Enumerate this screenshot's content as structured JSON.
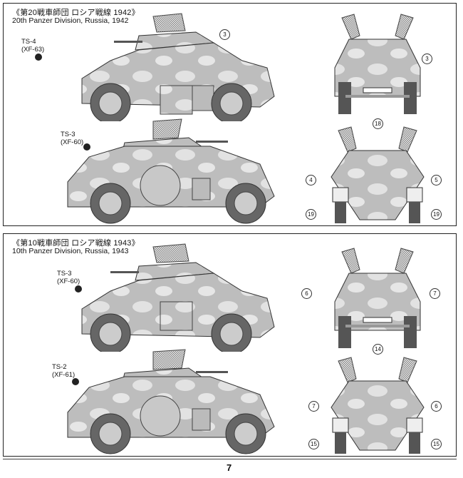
{
  "page": {
    "number": "7"
  },
  "colors": {
    "panel_border": "#222222",
    "camo_base": "#bdbdbd",
    "camo_light": "#e4e4e4",
    "tire": "#5a5a5a",
    "outline": "#333333"
  },
  "schemes": [
    {
      "title_jp": "《第20戦車師団 ロシア戦線 1942》",
      "title_en": "20th Panzer Division, Russia, 1942",
      "side_views": [
        {
          "view": "left-side",
          "paint_code": "TS-4",
          "paint_ref": "(XF-63)",
          "callouts": [
            "3"
          ]
        },
        {
          "view": "right-side",
          "paint_code": "TS-3",
          "paint_ref": "(XF-60)",
          "callouts": []
        }
      ],
      "front_view": {
        "callouts": [
          "3",
          "18"
        ]
      },
      "rear_view": {
        "callouts": [
          "4",
          "5",
          "19",
          "19"
        ]
      }
    },
    {
      "title_jp": "《第10戦車師団 ロシア戦線 1943》",
      "title_en": "10th Panzer Division, Russia, 1943",
      "side_views": [
        {
          "view": "left-side",
          "paint_code": "TS-3",
          "paint_ref": "(XF-60)",
          "callouts": []
        },
        {
          "view": "right-side",
          "paint_code": "TS-2",
          "paint_ref": "(XF-61)",
          "callouts": []
        }
      ],
      "front_view": {
        "callouts": [
          "6",
          "7",
          "14"
        ]
      },
      "rear_view": {
        "callouts": [
          "7",
          "6",
          "15",
          "15"
        ]
      }
    }
  ]
}
